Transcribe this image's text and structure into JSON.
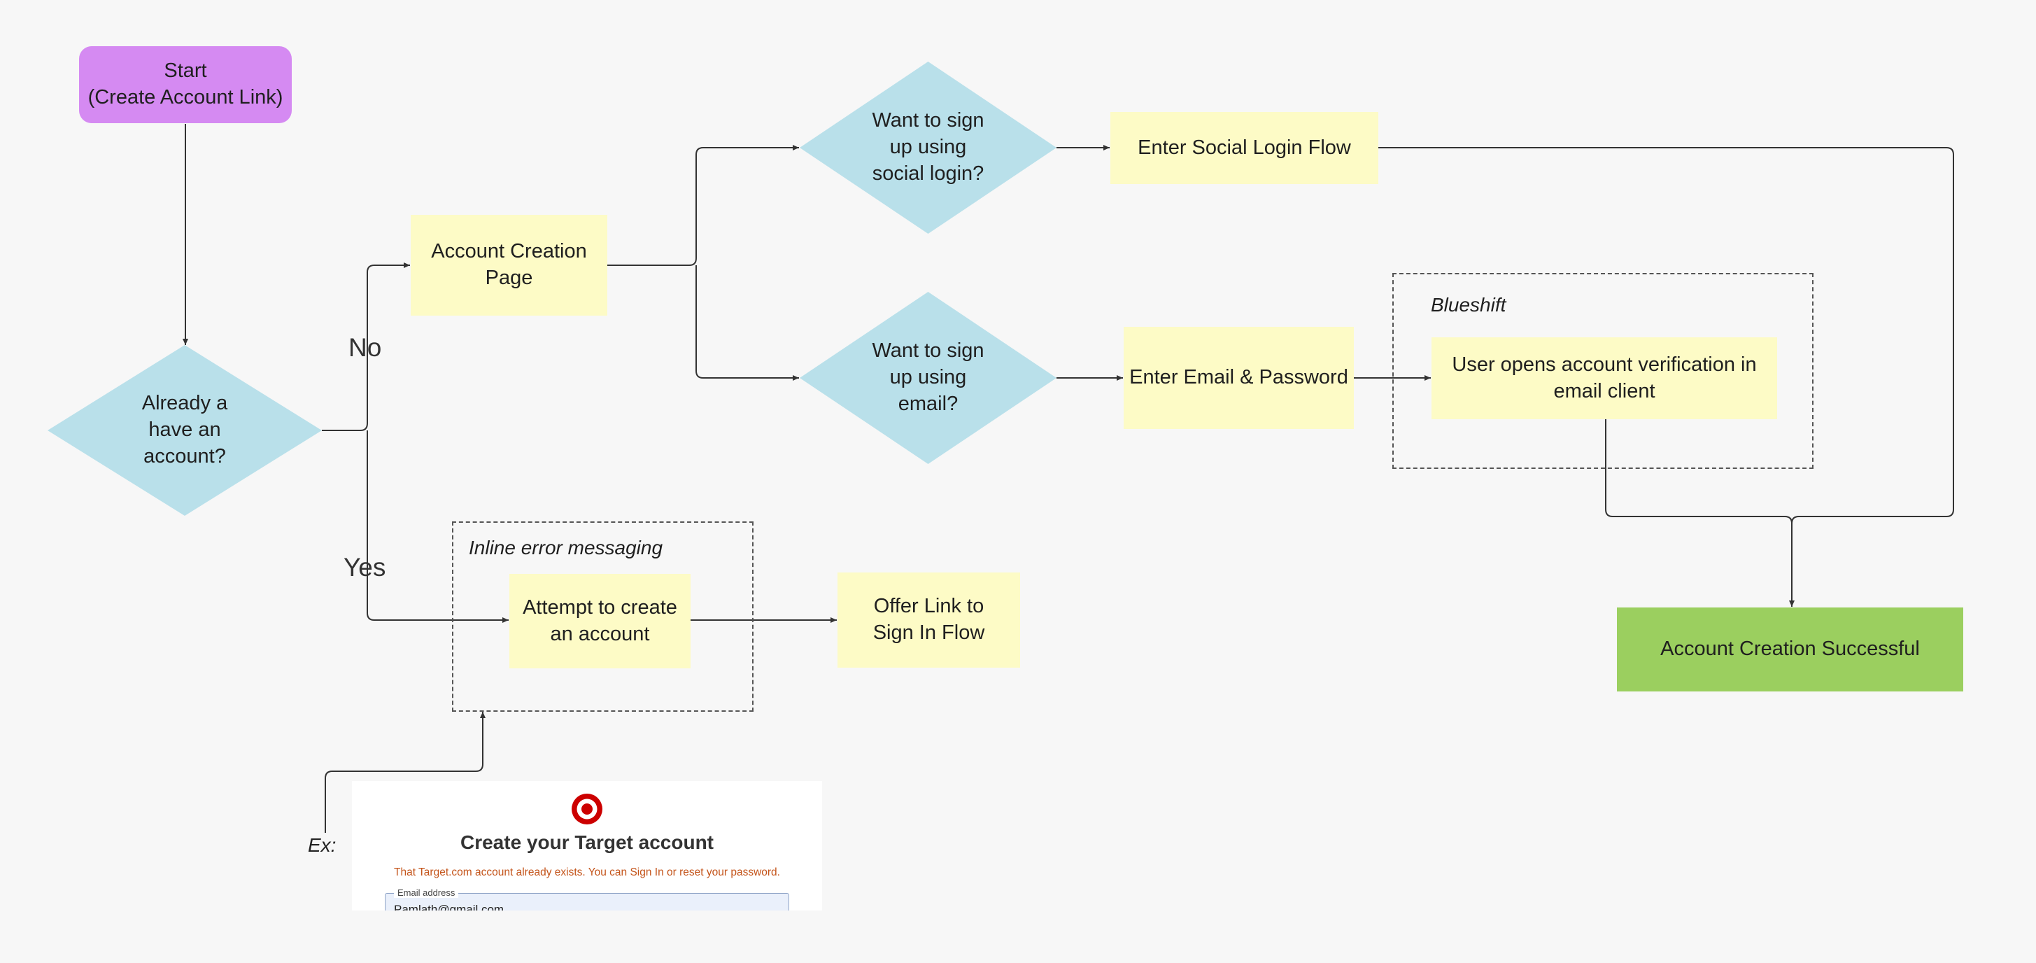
{
  "nodes": {
    "start": "Start\n(Create Account Link)",
    "already_have_account": "Already a\nhave an\naccount?",
    "account_creation_page": "Account Creation\nPage",
    "want_social": "Want to sign\nup using\nsocial login?",
    "enter_social_flow": "Enter Social Login Flow",
    "want_email": "Want to sign\nup using\nemail?",
    "enter_email_password": "Enter Email & Password",
    "user_opens_verification": "User opens account verification in\nemail client",
    "account_creation_successful": "Account Creation Successful",
    "attempt_create": "Attempt to create\nan account",
    "offer_link": "Offer Link to\nSign In Flow"
  },
  "edge_labels": {
    "no": "No",
    "yes": "Yes"
  },
  "groups": {
    "blueshift": "Blueshift",
    "inline_error": "Inline error messaging"
  },
  "example": {
    "label": "Ex:",
    "logo_icon": "target-bullseye-icon",
    "heading": "Create your Target account",
    "error_message": "That Target.com account already exists. You can Sign In or reset your password.",
    "email_label": "Email address",
    "email_value": "Pamlath@gmail.com"
  },
  "colors": {
    "start": "#d58af2",
    "decision": "#b9e0ea",
    "process": "#fdfbc6",
    "success": "#9bcf5f",
    "connector": "#333333",
    "error_text": "#c4541a",
    "target_red": "#cc0000"
  }
}
